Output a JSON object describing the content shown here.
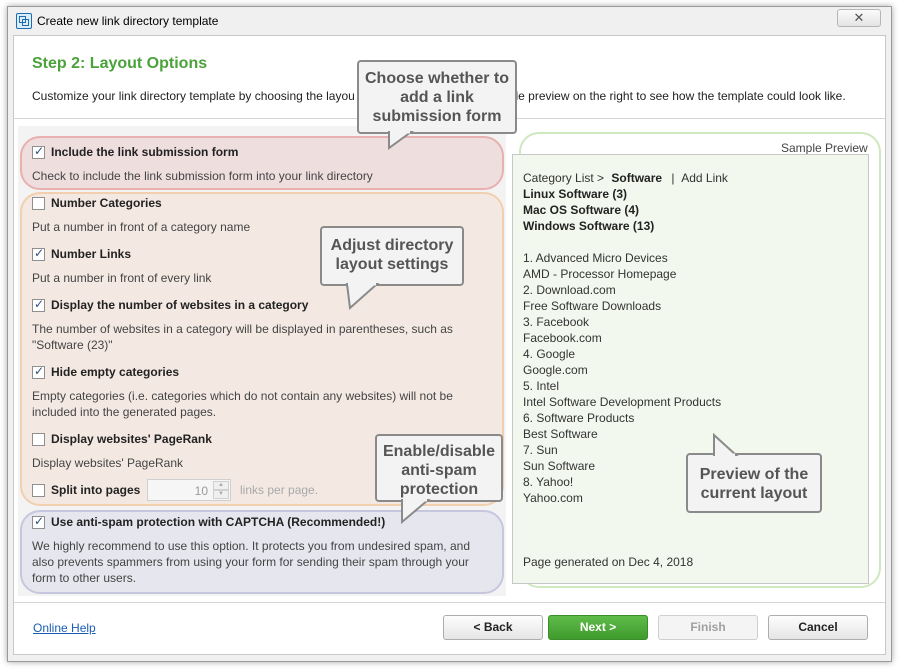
{
  "window": {
    "title": "Create new link directory template",
    "close_glyph": "✕"
  },
  "header": {
    "step_title": "Step 2: Layout Options",
    "description_before": "Customize your link directory template by choosing the layou",
    "description_after": "ple preview on the right to see how the template could look like."
  },
  "options": {
    "submission_form": {
      "label": "Include the link submission form",
      "checked": true,
      "desc": "Check to include the link submission form into your link directory"
    },
    "number_categories": {
      "label": "Number Categories",
      "checked": false,
      "desc": "Put a number in front of a category name"
    },
    "number_links": {
      "label": "Number Links",
      "checked": true,
      "desc": "Put a number in front of every link"
    },
    "display_count": {
      "label": "Display the number of websites in a category",
      "checked": true,
      "desc": "The number of websites in a category will be displayed in parentheses, such as \"Software (23)\""
    },
    "hide_empty": {
      "label": "Hide empty categories",
      "checked": true,
      "desc": "Empty categories (i.e. categories which do not contain any websites) will not be included into the generated pages."
    },
    "pagerank": {
      "label": "Display websites' PageRank",
      "checked": false,
      "desc": "Display websites' PageRank"
    },
    "split_pages": {
      "label": "Split into pages",
      "checked": false,
      "value": "10",
      "suffix": "links per page."
    },
    "captcha": {
      "label": "Use anti-spam protection with CAPTCHA (Recommended!)",
      "checked": true,
      "desc": "We highly recommend to use this option. It protects you from undesired spam, and also prevents spammers from using your form for sending their spam through your form to other users."
    }
  },
  "preview": {
    "label": "Sample Preview",
    "breadcrumb_prefix": "Category List >",
    "breadcrumb_current": "Software",
    "breadcrumb_sep": "|",
    "add_link": "Add Link",
    "categories": [
      "Linux Software (3)",
      "Mac OS Software (4)",
      "Windows Software (13)"
    ],
    "links": [
      "1. Advanced Micro Devices",
      "AMD - Processor Homepage",
      "2. Download.com",
      "Free Software Downloads",
      "3. Facebook",
      "Facebook.com",
      "4. Google",
      "Google.com",
      "5. Intel",
      "Intel Software Development Products",
      "6. Software Products",
      "Best Software",
      "7. Sun",
      "Sun Software",
      "8. Yahoo!",
      "Yahoo.com"
    ],
    "generated": "Page generated on Dec 4, 2018"
  },
  "callouts": {
    "submission": "Choose whether to add a link submission form",
    "layout": "Adjust directory layout settings",
    "antispam": "Enable/disable anti-spam protection",
    "preview": "Preview of the current layout"
  },
  "footer": {
    "help": "Online Help",
    "back": "< Back",
    "next": "Next >",
    "finish": "Finish",
    "cancel": "Cancel"
  }
}
